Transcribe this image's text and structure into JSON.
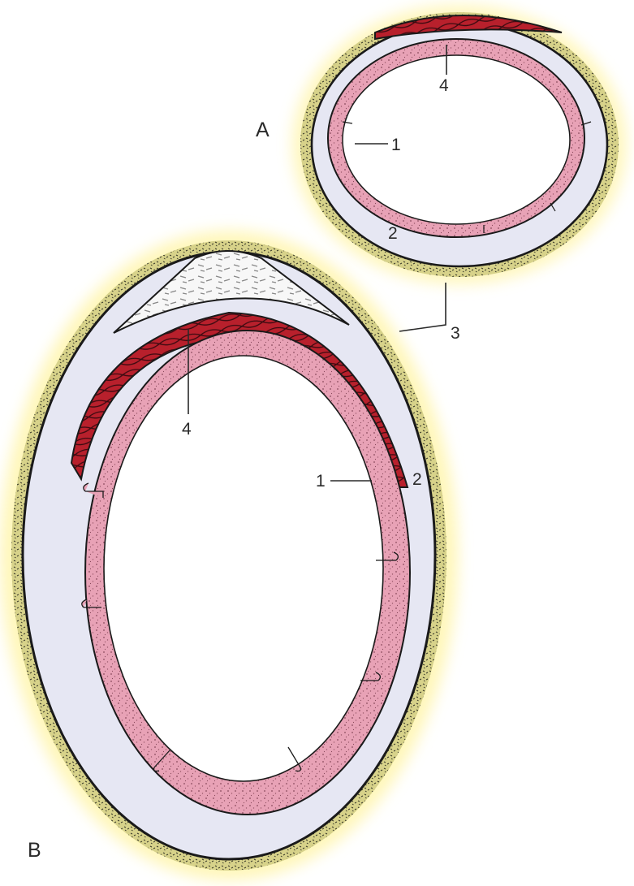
{
  "panels": {
    "a": {
      "label": "A"
    },
    "b": {
      "label": "B"
    }
  },
  "labels": {
    "a_mucosa": "1",
    "a_cartilage": "2",
    "adventitia": "3",
    "a_muscle": "4",
    "b_mucosa": "1",
    "b_cartilage": "2",
    "b_muscle": "4"
  },
  "colors": {
    "mucosa": "#e8a2b6",
    "mucosa_dots": "#8a4a5c",
    "cartilage": "#e6e7f3",
    "muscle": "#b8202c",
    "adventitia": "#c9c67a",
    "halo": "#fff6b0",
    "outline": "#1a1a1a",
    "membrane": "#ffffff"
  }
}
